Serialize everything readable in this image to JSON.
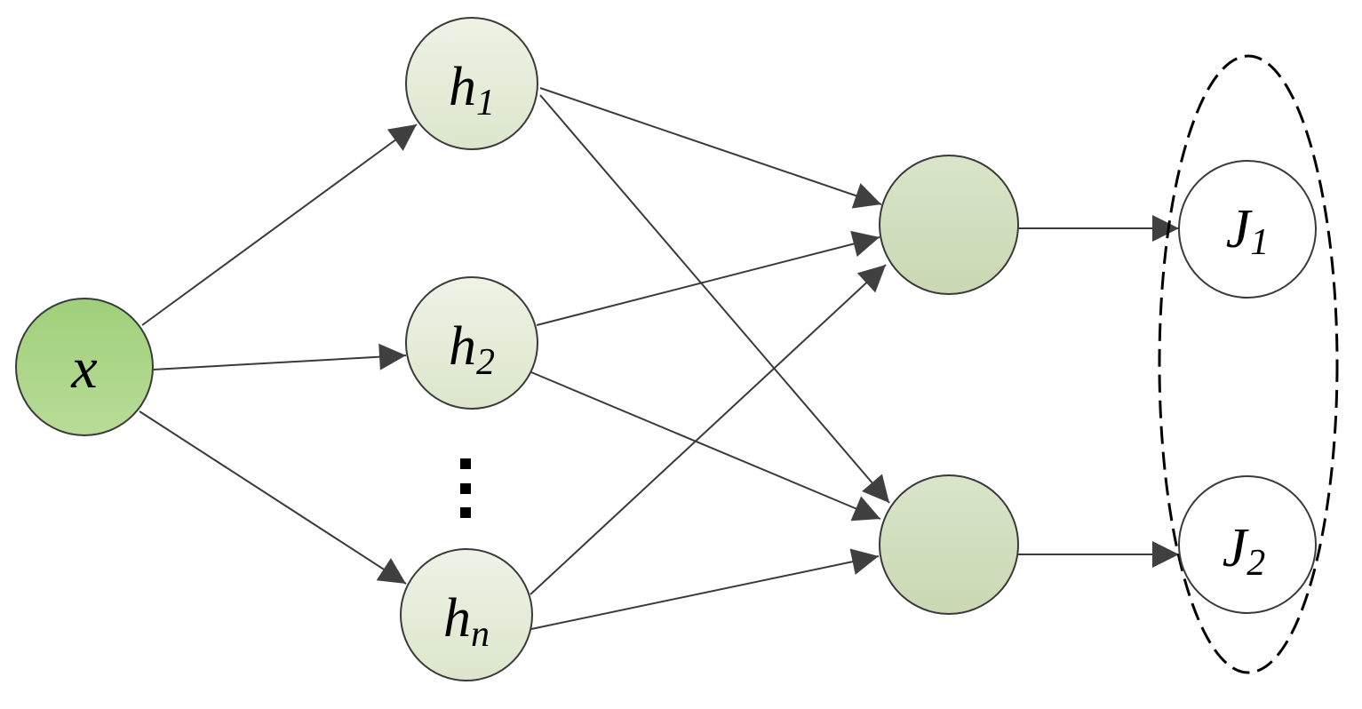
{
  "nodes": {
    "input": {
      "base": "x"
    },
    "hidden": [
      {
        "base": "h",
        "sub": "1"
      },
      {
        "base": "h",
        "sub": "2"
      },
      {
        "base": "h",
        "sub": "n"
      }
    ],
    "middle": [
      {},
      {}
    ],
    "outputs": [
      {
        "base": "J",
        "sub": "1"
      },
      {
        "base": "J",
        "sub": "2"
      }
    ]
  },
  "colors": {
    "input_fill": "#b5db94",
    "hidden_fill": "#e3ebd6",
    "middle_fill": "#d2dfbf",
    "output_fill": "#ffffff",
    "stroke": "#3a3a3a",
    "arrow": "#404040"
  }
}
